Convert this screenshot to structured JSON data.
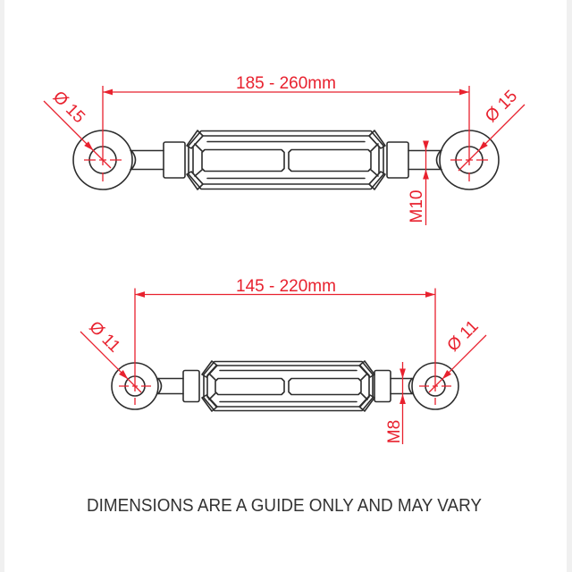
{
  "colors": {
    "annotation_red": "#e8212e",
    "line_black": "#2d2d2d",
    "note_text": "#333333",
    "background": "#ffffff",
    "edge_band": "#f0f0f0"
  },
  "disclaimer": "DIMENSIONS ARE A GUIDE ONLY AND MAY VARY",
  "drawings": [
    {
      "length_range": "185 - 260mm",
      "left_eye_diameter": "Ø 15",
      "right_eye_diameter": "Ø 15",
      "thread_size": "M10"
    },
    {
      "length_range": "145 - 220mm",
      "left_eye_diameter": "Ø 11",
      "right_eye_diameter": "Ø 11",
      "thread_size": "M8"
    }
  ]
}
